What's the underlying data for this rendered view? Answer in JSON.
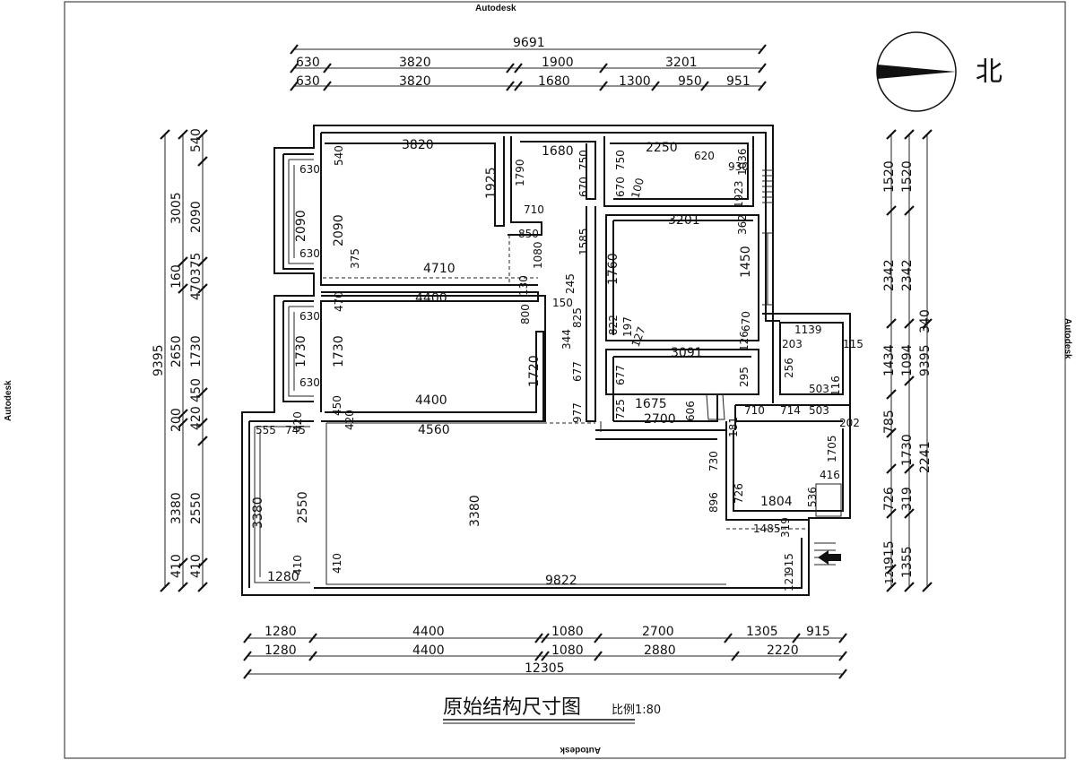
{
  "watermark": {
    "top": "Autodesk",
    "bottom": "Autodesk",
    "left": "Autodesk",
    "right": "Autodesk"
  },
  "north_label": "北",
  "title": "原始结构尺寸图",
  "scale": "比例1:80",
  "top_dims": {
    "total": "9691",
    "row1": [
      "630",
      "3820",
      "1900",
      "3201"
    ],
    "row2": [
      "630",
      "3820",
      "1680",
      "1300",
      "950",
      "951"
    ]
  },
  "bottom_dims": {
    "row1": [
      "1280",
      "4400",
      "1080",
      "2700",
      "1305",
      "915"
    ],
    "row2": [
      "1280",
      "4400",
      "1080",
      "2880",
      "2220"
    ],
    "total": "12305"
  },
  "left_dims": {
    "total": "9395",
    "col2": [
      "3005",
      "160",
      "2650",
      "200",
      "3380",
      "410"
    ],
    "col3": [
      "540",
      "2090",
      "470375",
      "1730",
      "420 450",
      "2550",
      "410"
    ]
  },
  "right_dims": {
    "col1": [
      "1520",
      "2342",
      "1434",
      "785",
      "726",
      "915",
      "121"
    ],
    "col2": [
      "1520",
      "2342",
      "1094",
      "1730",
      "319",
      "1355"
    ],
    "col3": [
      "9395",
      "340",
      "2241"
    ]
  },
  "interior_dims": {
    "bed1_w": "3820",
    "bed1_top": "540",
    "bed1_d": "1925",
    "bed1_h": "2090",
    "win1_a": "630",
    "win1_b": "2090",
    "win1_c": "630",
    "t1": "375",
    "t2": "4710",
    "t3": "470",
    "t4": "4400",
    "corr1": "1680",
    "corr2": "750",
    "corr3": "1790",
    "corr4": "670",
    "corr5": "710",
    "corr6": "850",
    "corr7": "1080",
    "corr8": "1585",
    "corr9": "130",
    "corr10": "245",
    "corr11": "150",
    "b2_a": "2250",
    "b2_b": "750",
    "b2_c": "670",
    "b2_d": "100",
    "b2_e": "620",
    "b2_f": "930",
    "b2_g": "1036",
    "b2_h": "1923",
    "mb_w": "3201",
    "mb_a": "362",
    "mb_h": "1760",
    "mb_d": "1450",
    "bed3_a": "630",
    "bed3_b": "1730",
    "bed3_c": "630",
    "bed3_h": "1730",
    "bed3_w": "4400",
    "bed3_r": "1720",
    "bed3_s": "800",
    "mid_a": "822",
    "mid_b": "825",
    "mid_c": "344",
    "mid_d": "677",
    "mid_e": "977",
    "mid_f": "197",
    "mid_g": "127",
    "mid_h": "677",
    "r_a": "3091",
    "r_b": "670",
    "r_c": "126",
    "r_d": "295",
    "r_e": "1139",
    "r_f": "203",
    "r_g": "115",
    "r_h": "256",
    "r_i": "503",
    "r_j": "503",
    "r_k": "202",
    "r_l": "116",
    "k_a": "725",
    "k_b": "1675",
    "k_c": "606",
    "k_d": "710",
    "k_e": "714",
    "k_f": "2700",
    "k_g": "181",
    "k_h": "730",
    "bath_a": "1705",
    "bath_b": "416",
    "bath_c": "1804",
    "bath_d": "536",
    "bath_e": "726",
    "bath_f": "896",
    "bath_g": "1485",
    "bath_h": "319",
    "bath_i": "915",
    "bath_j": "121",
    "lv_a": "4560",
    "lv_b": "3380",
    "lv_c": "9822",
    "lv_d": "410",
    "bal_a": "555",
    "bal_b": "745",
    "bal_c": "420",
    "bal_d": "3380",
    "bal_e": "2550",
    "bal_f": "1280",
    "bal_g": "410",
    "bath2_a": "450",
    "bath2_b": "420"
  }
}
